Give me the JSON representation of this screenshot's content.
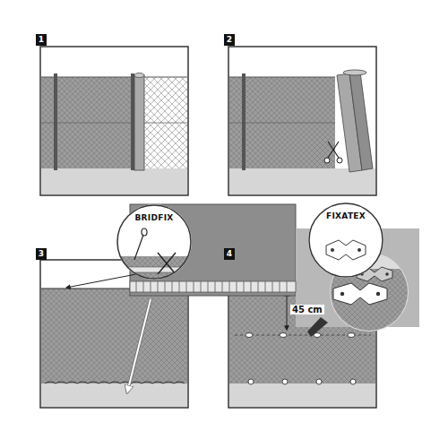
{
  "diagram": {
    "nodes": [
      {
        "text": [
          "1"
        ]
      },
      {
        "text": [
          "2"
        ]
      },
      {
        "text": [
          "3"
        ]
      },
      {
        "text": [
          "4"
        ]
      },
      {
        "text": [
          "BRIDFIX"
        ]
      },
      {
        "text": [
          "FIXATEX"
        ]
      }
    ],
    "labels": [
      "45 cm"
    ]
  }
}
